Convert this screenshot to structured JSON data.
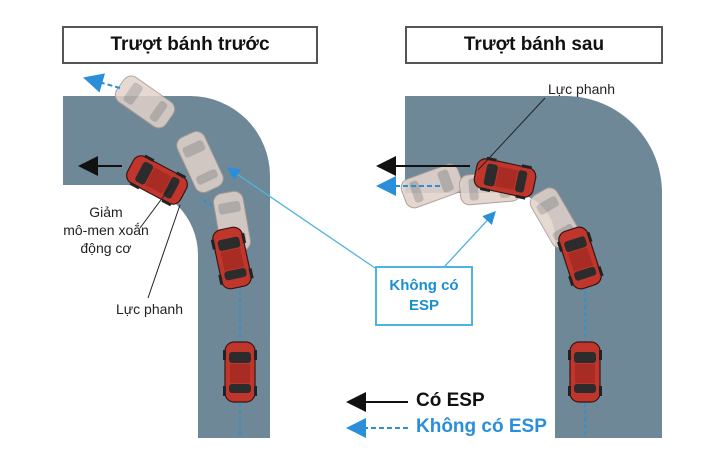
{
  "panels": {
    "left_title": "Trượt bánh trước",
    "right_title": "Trượt bánh sau"
  },
  "labels": {
    "torque_reduction": [
      "Giảm",
      "mô-men xoắn",
      "động cơ"
    ],
    "braking_left": "Lực phanh",
    "braking_right": "Lực phanh",
    "callout_line1": "Không có",
    "callout_line2": "ESP"
  },
  "legend": {
    "with_esp": "Có ESP",
    "without_esp": "Không có ESP"
  },
  "colors": {
    "road": "#6e8898",
    "car_red": "#c0362c",
    "car_ghost": "#d9c9c0",
    "esp_line": "#111111",
    "no_esp_line": "#2a8fd8",
    "callout_border": "#4fb3df"
  }
}
